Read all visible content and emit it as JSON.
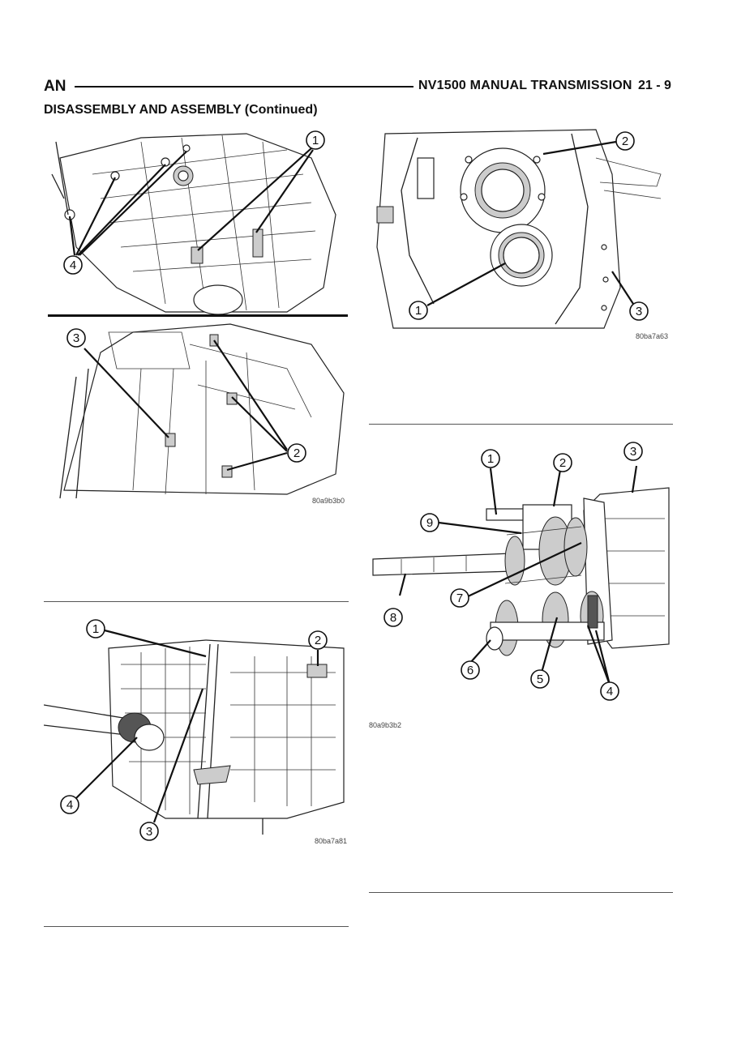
{
  "header": {
    "left": "AN",
    "title": "NV1500 MANUAL TRANSMISSION",
    "page": "21 - 9"
  },
  "section_title": "DISASSEMBLY AND ASSEMBLY (Continued)",
  "figures": {
    "fig1": {
      "code": "80a9b3b0",
      "callouts": [
        "1",
        "4",
        "3",
        "2"
      ]
    },
    "fig2": {
      "code": "80ba7a81",
      "callouts": [
        "1",
        "2",
        "4",
        "3"
      ]
    },
    "fig3": {
      "code": "80ba7a63",
      "callouts": [
        "2",
        "1",
        "3"
      ]
    },
    "fig4": {
      "code": "80a9b3b2",
      "callouts": [
        "1",
        "2",
        "3",
        "9",
        "8",
        "7",
        "6",
        "5",
        "4"
      ]
    }
  }
}
